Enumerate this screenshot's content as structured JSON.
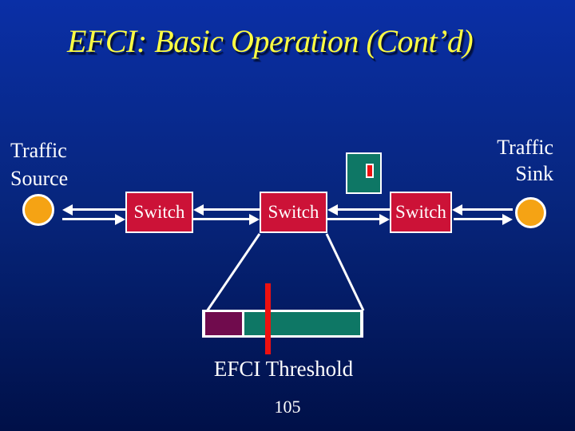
{
  "slide": {
    "title": "EFCI: Basic Operation (Cont’d)",
    "page_number": "105"
  },
  "diagram": {
    "source_label": [
      "Traffic",
      "Source"
    ],
    "sink_label": [
      "Traffic",
      "Sink"
    ],
    "switches": [
      {
        "label": "Switch"
      },
      {
        "label": "Switch"
      },
      {
        "label": "Switch"
      }
    ],
    "threshold_label": "EFCI Threshold",
    "icons": {
      "source_node": "orange-circle-node",
      "sink_node": "orange-circle-node",
      "data_cell": "teal-cell-with-efci-bit",
      "buffer": "switch-buffer-fill-bar"
    }
  },
  "colors": {
    "background_top": "#0a2fa6",
    "background_bottom": "#001048",
    "title_yellow": "#ffff42",
    "switch_red": "#cc1237",
    "node_orange": "#f5a314",
    "buffer_teal": "#0e7765",
    "buffer_maroon": "#700b4d",
    "threshold_red": "#ee1010",
    "text_white": "#ffffff"
  }
}
